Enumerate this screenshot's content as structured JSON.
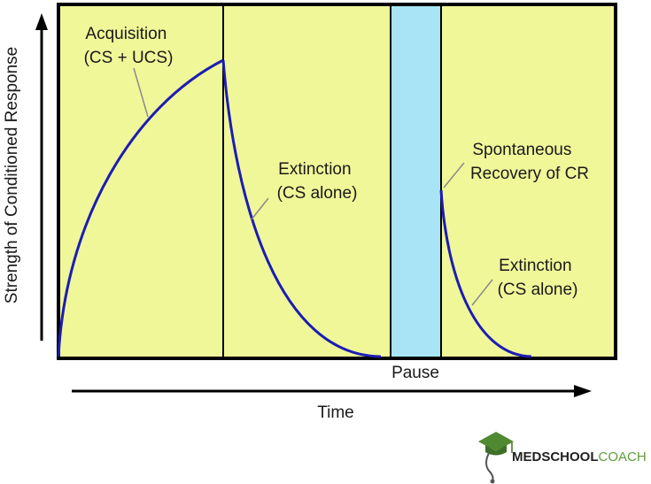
{
  "diagram": {
    "y_axis_label": "Strength of Conditioned Response",
    "x_axis_label": "Time",
    "pause_label": "Pause",
    "annotations": {
      "acquisition_line1": "Acquisition",
      "acquisition_line2": "(CS + UCS)",
      "extinction1_line1": "Extinction",
      "extinction1_line2": "(CS alone)",
      "recovery_line1": "Spontaneous",
      "recovery_line2": "Recovery of CR",
      "extinction2_line1": "Extinction",
      "extinction2_line2": "(CS alone)"
    },
    "colors": {
      "panel_fill": "#f0f799",
      "pause_fill": "#a8e4f5",
      "curve": "#1c1cb4",
      "frame": "#000000",
      "callout": "#8a8a8a"
    }
  },
  "logo": {
    "brand_bold": "MEDSCHOOL",
    "brand_light": "COACH",
    "colors": {
      "bold": "#222222",
      "light": "#5f9c3a",
      "cap": "#4f8a32"
    }
  }
}
